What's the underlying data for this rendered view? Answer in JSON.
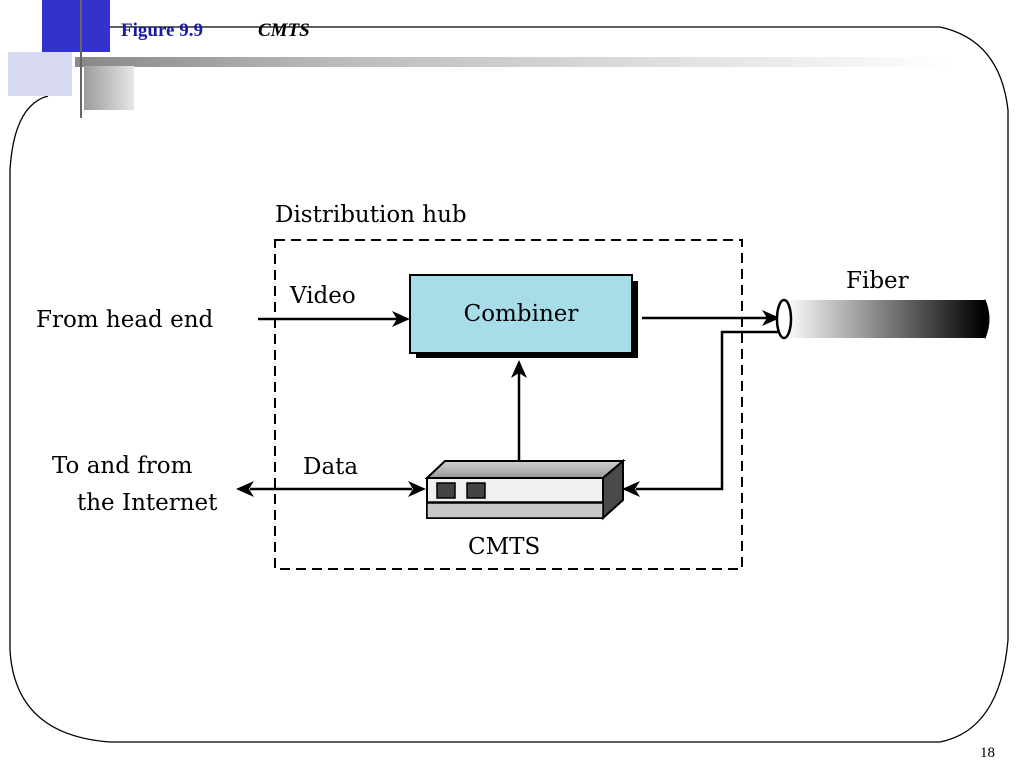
{
  "slide": {
    "figure_number": "Figure 9.9",
    "figure_title": "CMTS",
    "page_number": "18"
  },
  "diagram": {
    "hub_label": "Distribution hub",
    "source_label": "From head end",
    "video_label": "Video",
    "combiner_label": "Combiner",
    "fiber_label": "Fiber",
    "internet_label_line1": "To and from",
    "internet_label_line2": "the Internet",
    "data_label": "Data",
    "cmts_label": "CMTS"
  },
  "colors": {
    "title_blue": "#1a1aa8",
    "deco_blue": "#3333cc",
    "combiner_fill": "#a6dde8"
  }
}
